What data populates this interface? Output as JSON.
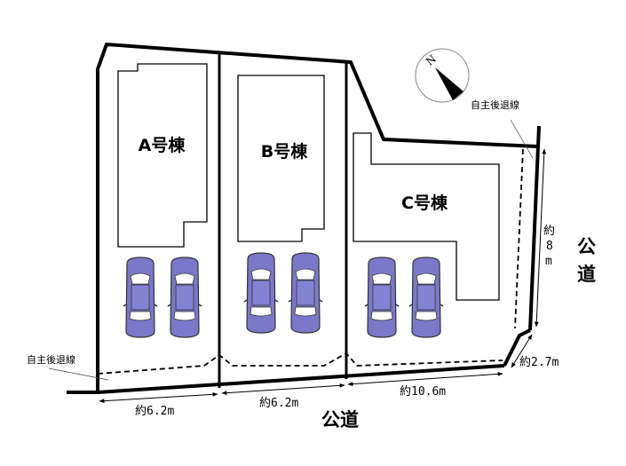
{
  "buildings": [
    {
      "label": "A号棟"
    },
    {
      "label": "B号棟"
    },
    {
      "label": "C号棟"
    }
  ],
  "setback_label": "自主後退線",
  "compass_label": "N",
  "road_labels": {
    "south": "公道",
    "east": "公道"
  },
  "dimensions": {
    "lot_a_width": "約6.2m",
    "lot_b_width": "約6.2m",
    "lot_c_width": "約10.6m",
    "corner": "約2.7m",
    "east_side": [
      "約",
      "8",
      "m"
    ]
  },
  "colors": {
    "car": "#7b78c9",
    "line": "#000000"
  }
}
